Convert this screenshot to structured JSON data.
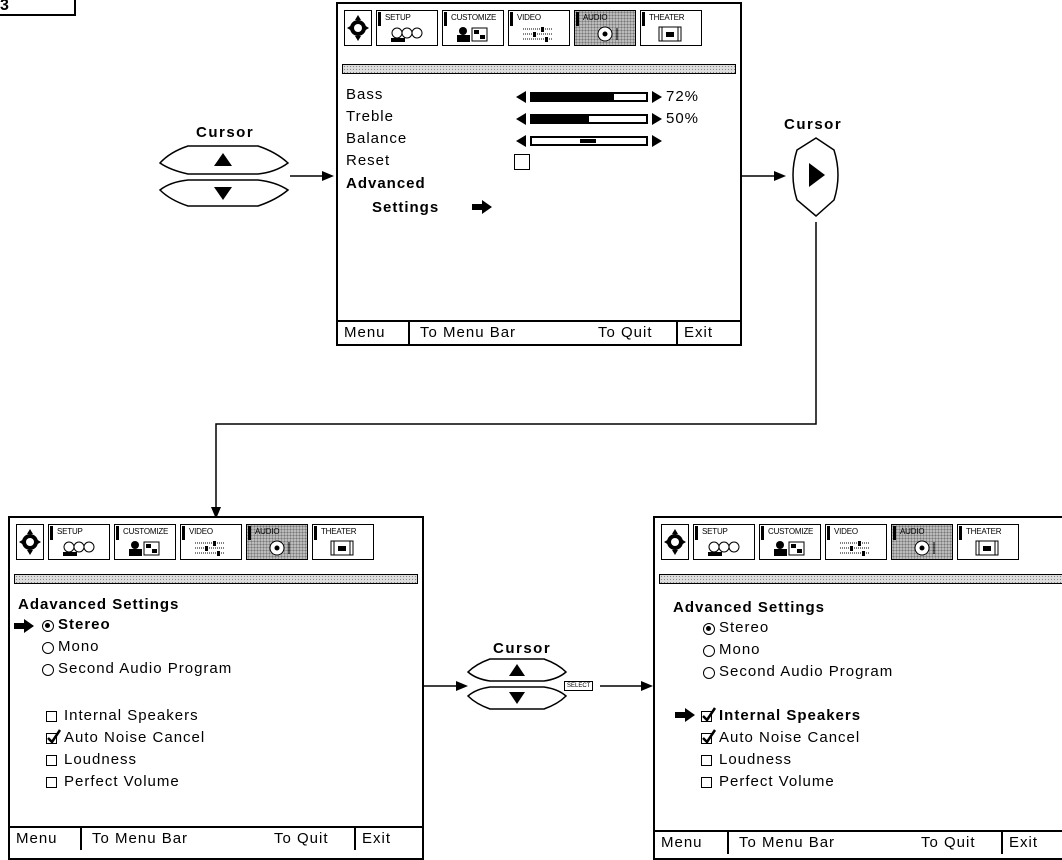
{
  "figure_tag": "3",
  "cursor_label": "Cursor",
  "select_label": "SELECT",
  "tabs": [
    "SETUP",
    "CUSTOMIZE",
    "VIDEO",
    "AUDIO",
    "THEATER"
  ],
  "footer": {
    "menu": "Menu",
    "to_menu_bar": "To Menu Bar",
    "to_quit": "To Quit",
    "exit": "Exit"
  },
  "audio_menu": {
    "items": [
      "Bass",
      "Treble",
      "Balance",
      "Reset",
      "Advanced",
      "Settings"
    ],
    "bass_level": 0.72,
    "bass_value": "72%",
    "treble_level": 0.5,
    "treble_value": "50%"
  },
  "advanced_left": {
    "title": "Adavanced Settings",
    "stereo": "Stereo",
    "mono": "Mono",
    "sap": "Second Audio Program",
    "internal_speakers": "Internal Speakers",
    "auto_noise_cancel": "Auto Noise Cancel",
    "loudness": "Loudness",
    "perfect_volume": "Perfect Volume"
  },
  "advanced_right": {
    "title": "Advanced Settings",
    "stereo": "Stereo",
    "mono": "Mono",
    "sap": "Second Audio Program",
    "internal_speakers": "Internal Speakers",
    "auto_noise_cancel": "Auto Noise Cancel",
    "loudness": "Loudness",
    "perfect_volume": "Perfect Volume"
  }
}
